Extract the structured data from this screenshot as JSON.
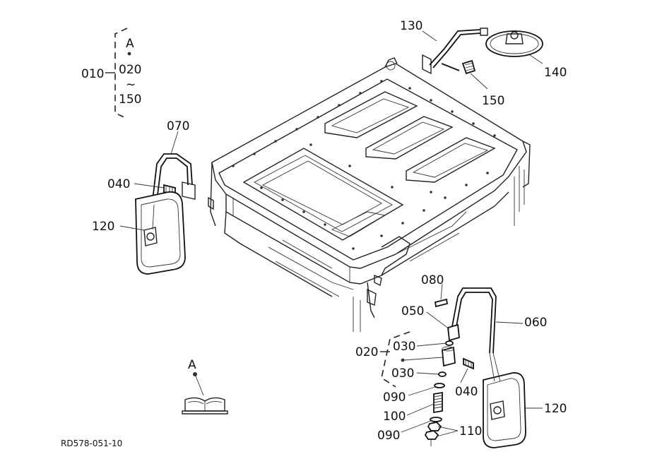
{
  "diagram": {
    "drawing_code": "RD578-051-10",
    "group": {
      "code": "010",
      "top": "A",
      "start": "020",
      "range_sep": "~",
      "end": "150"
    },
    "subassembly": "020",
    "reference_callout": "A",
    "part_labels": {
      "p130": "130",
      "p140": "140",
      "p150": "150",
      "p070": "070",
      "p040_left": "040",
      "p120_left": "120",
      "p080": "080",
      "p050": "050",
      "p060": "060",
      "p030_upper": "030",
      "p030_lower": "030",
      "p040_right": "040",
      "p090_upper": "090",
      "p100": "100",
      "p090_lower": "090",
      "p110": "110",
      "p120_right": "120"
    }
  }
}
